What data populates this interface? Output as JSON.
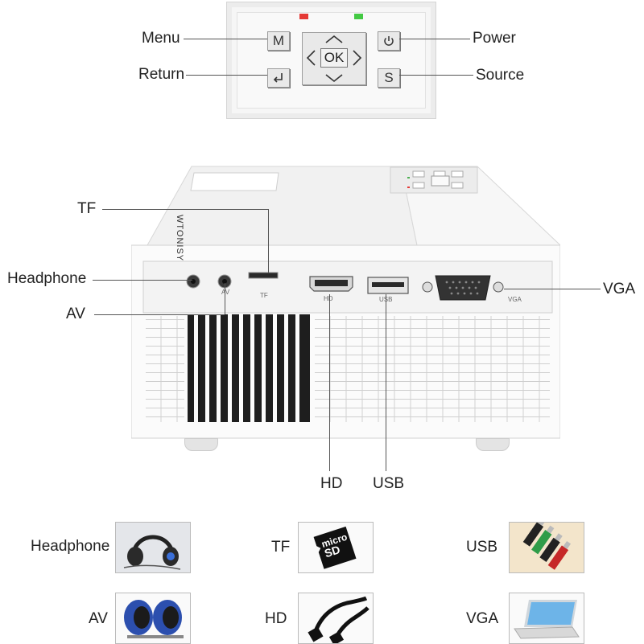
{
  "control_panel": {
    "menu_label": "Menu",
    "return_label": "Return",
    "power_label": "Power",
    "source_label": "Source",
    "menu_key": "M",
    "source_key": "S",
    "ok_key": "OK",
    "led_red": "#e53935",
    "led_green": "#43c943"
  },
  "ports": {
    "tf": "TF",
    "headphone": "Headphone",
    "av": "AV",
    "vga": "VGA",
    "hd": "HD",
    "usb": "USB",
    "brand": "WTONISY",
    "silk_av": "AV",
    "silk_tf": "TF",
    "silk_hd": "HD",
    "silk_usb": "USB",
    "silk_vga": "VGA"
  },
  "legend": [
    {
      "label": "Headphone",
      "icon": "headphones-icon"
    },
    {
      "label": "TF",
      "icon": "microsd-card-icon"
    },
    {
      "label": "USB",
      "icon": "usb-drives-icon"
    },
    {
      "label": "AV",
      "icon": "speakers-icon"
    },
    {
      "label": "HD",
      "icon": "hdmi-cable-icon"
    },
    {
      "label": "VGA",
      "icon": "laptop-icon"
    }
  ],
  "microsd_text": {
    "line1": "micro",
    "line2": "SD"
  }
}
